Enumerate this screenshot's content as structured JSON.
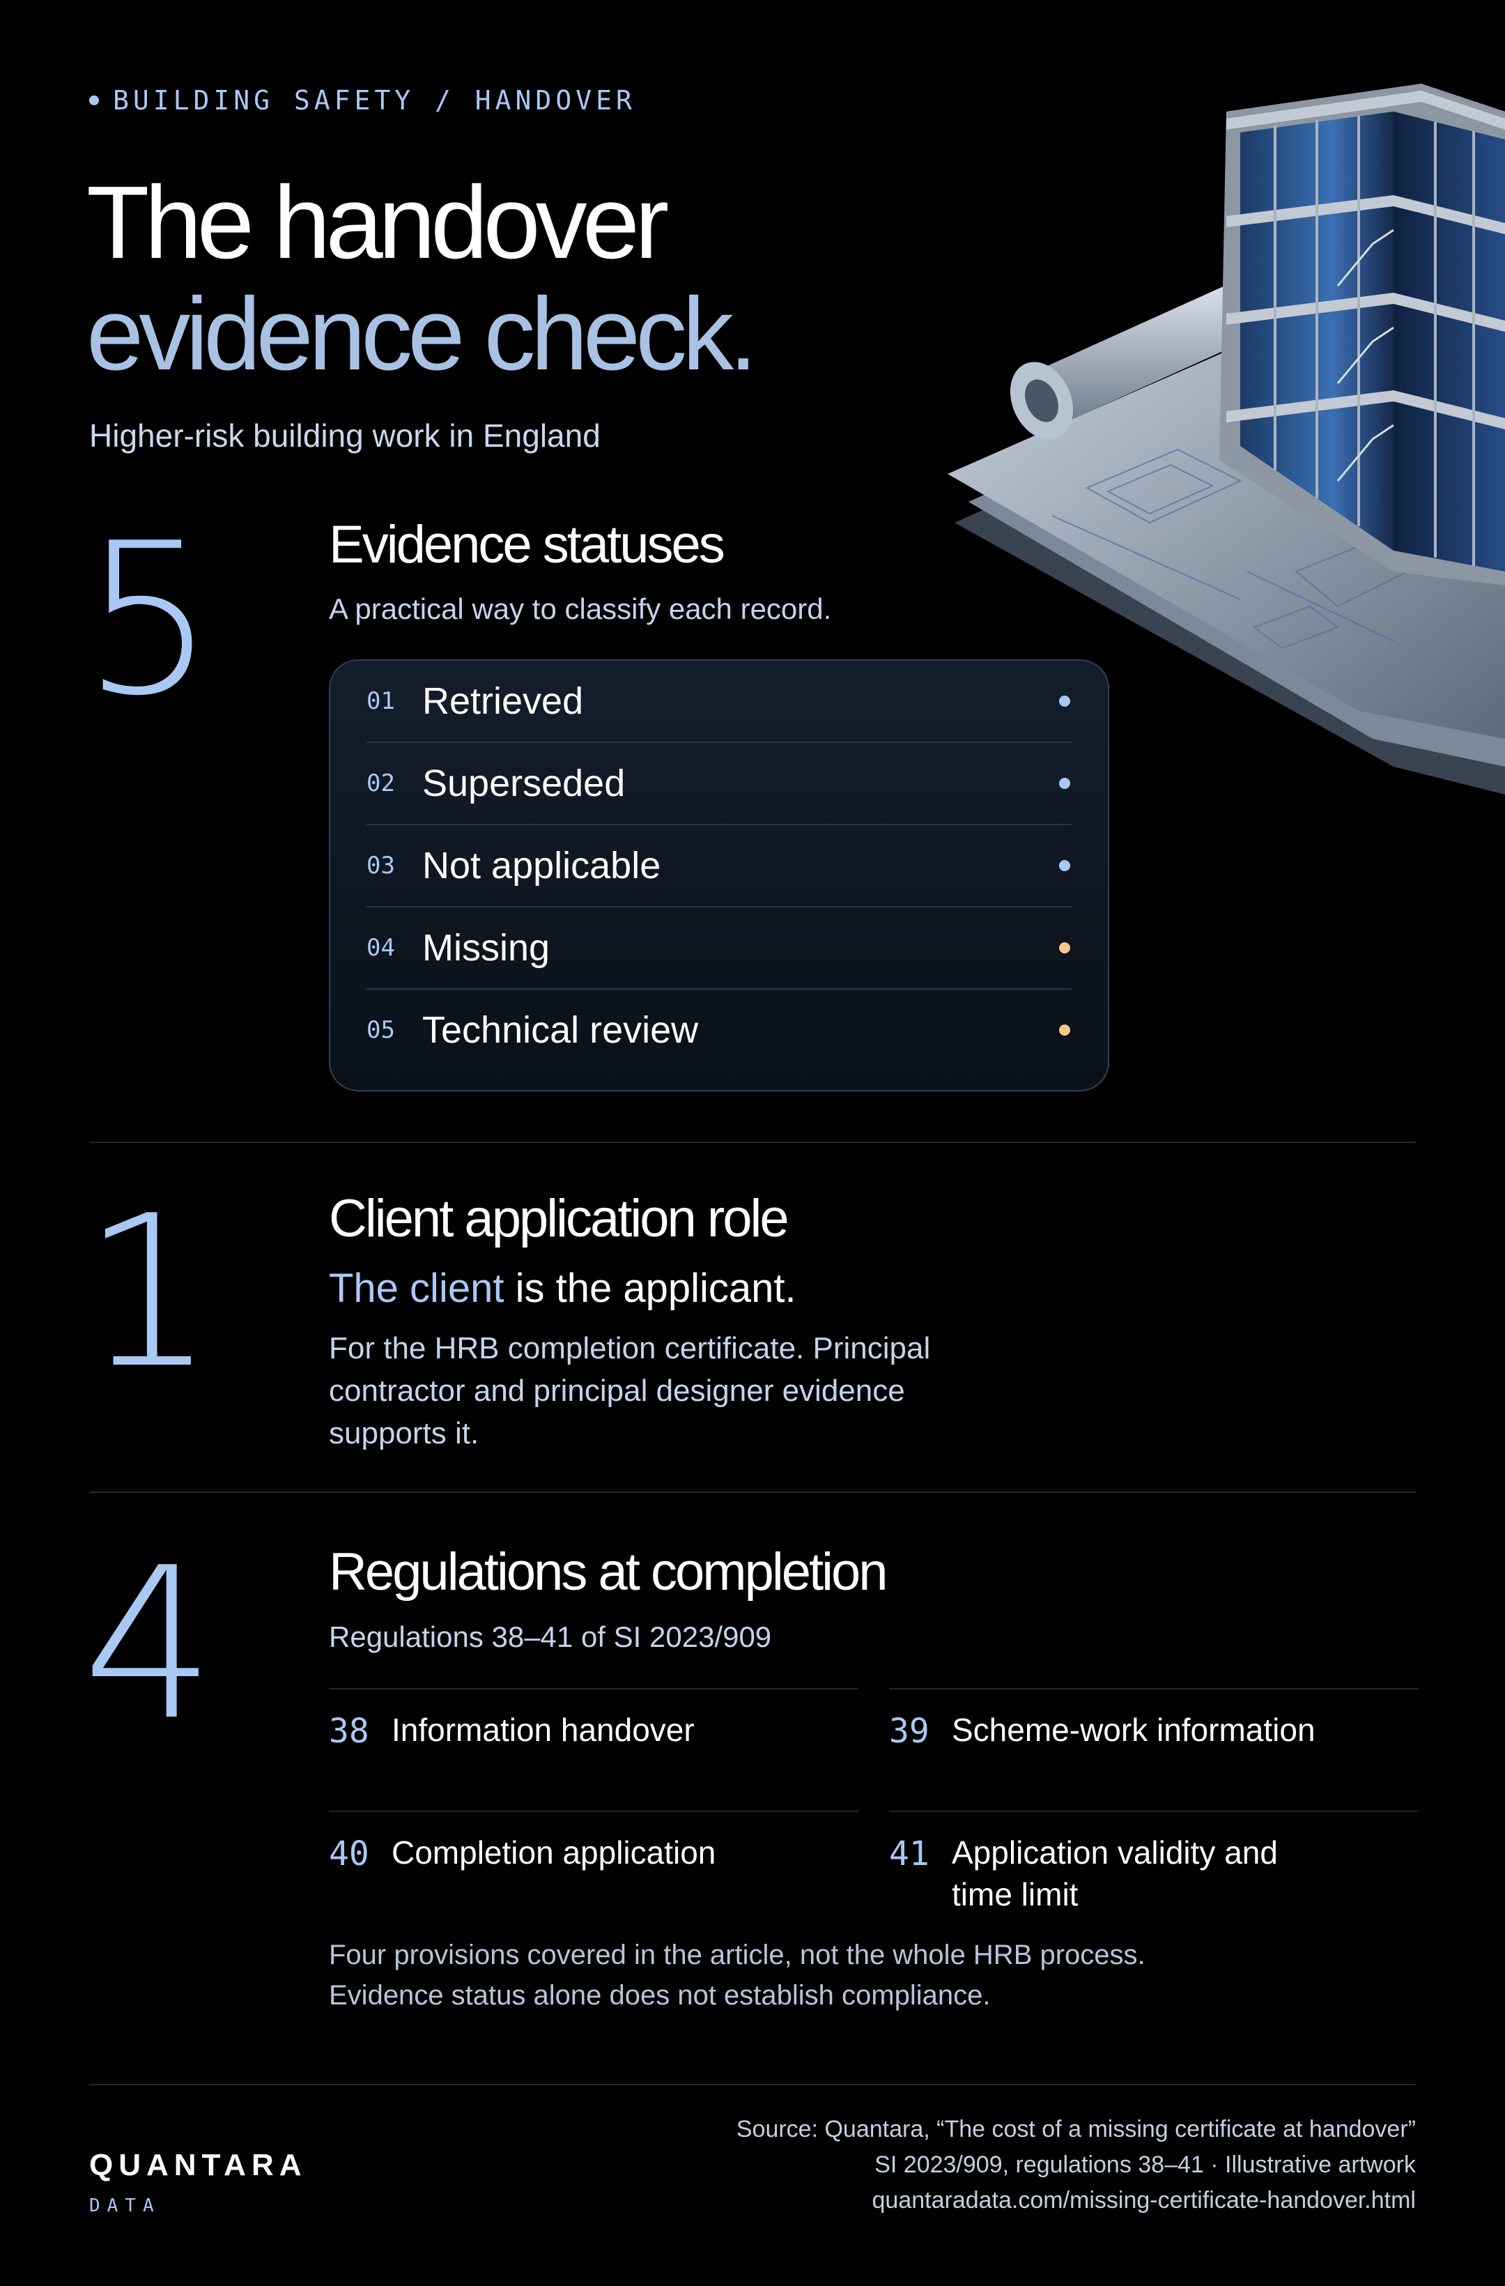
{
  "eyebrow": "BUILDING SAFETY / HANDOVER",
  "title": {
    "line1": "The handover",
    "line2": "evidence check."
  },
  "subtitle": "Higher-risk building work in England",
  "sections": [
    {
      "number": "5",
      "heading": "Evidence statuses",
      "description": "A practical way to classify each record.",
      "statuses": [
        {
          "num": "01",
          "label": "Retrieved",
          "dot_color": "#a9c8f4"
        },
        {
          "num": "02",
          "label": "Superseded",
          "dot_color": "#a9c8f4"
        },
        {
          "num": "03",
          "label": "Not applicable",
          "dot_color": "#a9c8f4"
        },
        {
          "num": "04",
          "label": "Missing",
          "dot_color": "#f5c98a"
        },
        {
          "num": "05",
          "label": "Technical review",
          "dot_color": "#f5c98a"
        }
      ]
    },
    {
      "number": "1",
      "heading": "Client application role",
      "lead_highlight": "The client",
      "lead_rest": " is the applicant.",
      "paragraph": "For the HRB completion certificate. Principal contractor and principal designer evidence supports it."
    },
    {
      "number": "4",
      "heading": "Regulations at completion",
      "description": "Regulations 38–41 of SI 2023/909",
      "regulations": [
        {
          "num": "38",
          "label": "Information handover"
        },
        {
          "num": "39",
          "label": "Scheme-work information"
        },
        {
          "num": "40",
          "label": "Completion application"
        },
        {
          "num": "41",
          "label": "Application validity and time limit"
        }
      ],
      "note_line1": "Four provisions covered in the article, not the whole HRB process.",
      "note_line2": "Evidence status alone does not establish compliance."
    }
  ],
  "brand": {
    "name": "QUANTARA",
    "sub": "DATA"
  },
  "source": {
    "line1": "Source: Quantara, “The cost of a missing certificate at handover”",
    "line2": "SI 2023/909, regulations 38–41 · Illustrative artwork",
    "line3": "quantaradata.com/missing-certificate-handover.html"
  },
  "colors": {
    "accent": "#a9c8f4",
    "warning": "#f5c98a",
    "background": "#000000"
  }
}
